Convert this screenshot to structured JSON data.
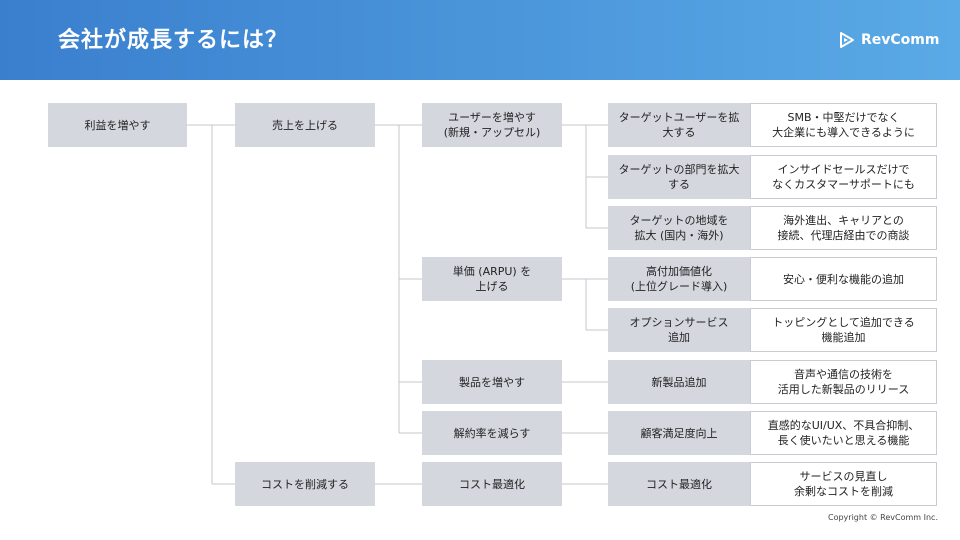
{
  "header": {
    "title": "会社が成長するには？",
    "logo_text": "RevComm",
    "logo_icon": "revcomm-logo-icon"
  },
  "colors": {
    "header_start": "#3a7fce",
    "header_end": "#5aaae6",
    "box_fill": "#d4d7de",
    "outline_border": "#c9ccd2",
    "line": "#c4c7ce"
  },
  "tree": {
    "root": "利益を増やす",
    "level1": {
      "sales": "売上を上げる",
      "cost": "コストを削減する"
    },
    "level2": {
      "users": "ユーザーを増やす\n(新規・アップセル)",
      "arpu": "単価 (ARPU) を\n上げる",
      "products": "製品を増やす",
      "churn": "解約率を減らす",
      "cost_opt": "コスト最適化"
    },
    "level3": [
      {
        "label": "ターゲットユーザーを拡\n大する",
        "detail": "SMB・中堅だけでなく\n大企業にも導入できるように"
      },
      {
        "label": "ターゲットの部門を拡大\nする",
        "detail": "インサイドセールスだけで\nなくカスタマーサポートにも"
      },
      {
        "label": "ターゲットの地域を\n拡大 (国内・海外)",
        "detail": "海外進出、キャリアとの\n接続、代理店経由での商談"
      },
      {
        "label": "高付加価値化\n(上位グレード導入)",
        "detail": "安心・便利な機能の追加"
      },
      {
        "label": "オプションサービス\n追加",
        "detail": "トッピングとして追加できる\n機能追加"
      },
      {
        "label": "新製品追加",
        "detail": "音声や通信の技術を\n活用した新製品のリリース"
      },
      {
        "label": "顧客満足度向上",
        "detail": "直感的なUI/UX、不具合抑制、\n長く使いたいと思える機能"
      },
      {
        "label": "コスト最適化",
        "detail": "サービスの見直し\n余剰なコストを削減"
      }
    ]
  },
  "footer": {
    "copyright": "Copyright © RevComm Inc."
  }
}
